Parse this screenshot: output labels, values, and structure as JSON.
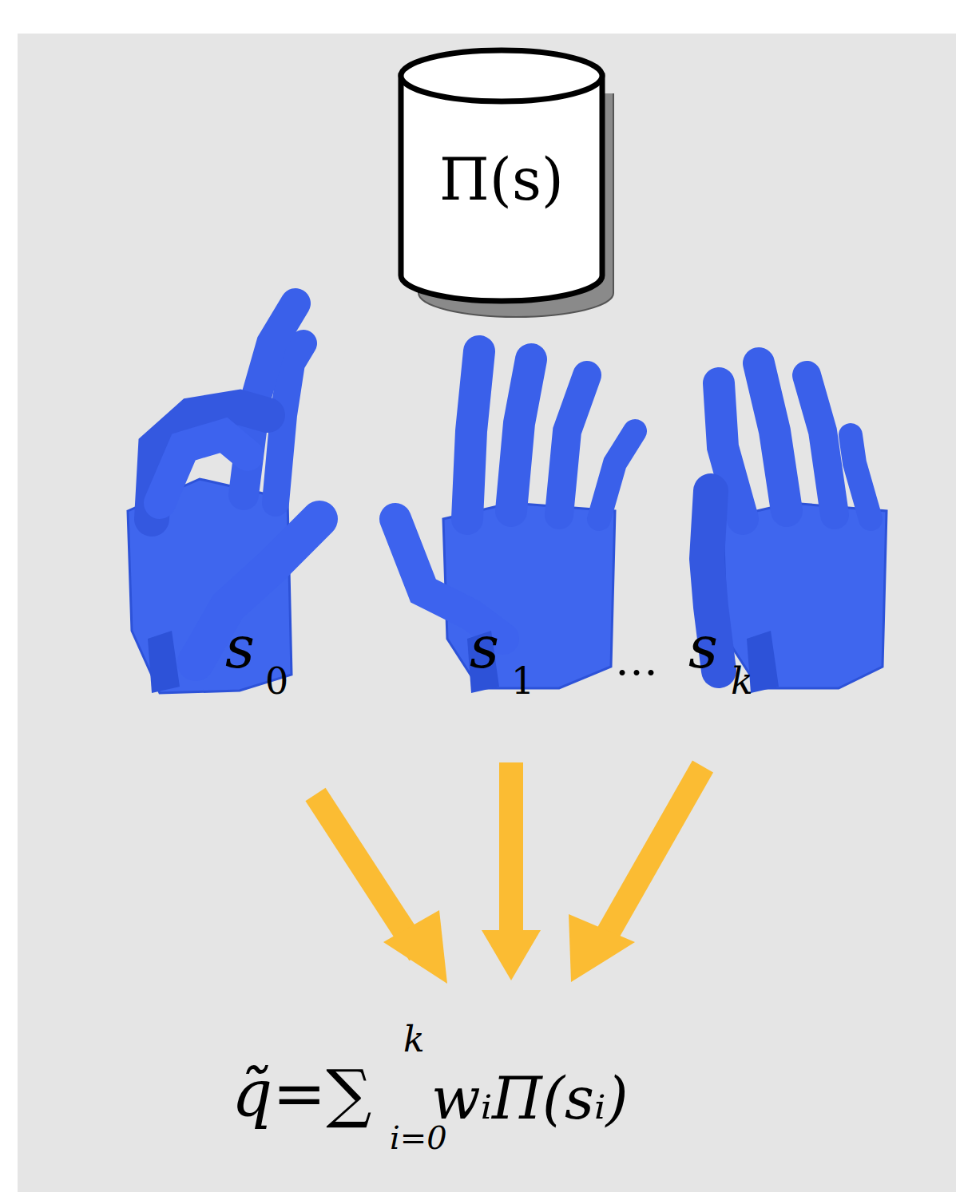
{
  "diagram": {
    "nodes": [
      {
        "text": [
          "Π(s)"
        ]
      }
    ],
    "labels": [
      "s",
      "0",
      "s",
      "1",
      "…",
      "s",
      "k",
      "q̃=∑",
      "k",
      "i=0",
      "wᵢΠ(sᵢ)"
    ]
  }
}
